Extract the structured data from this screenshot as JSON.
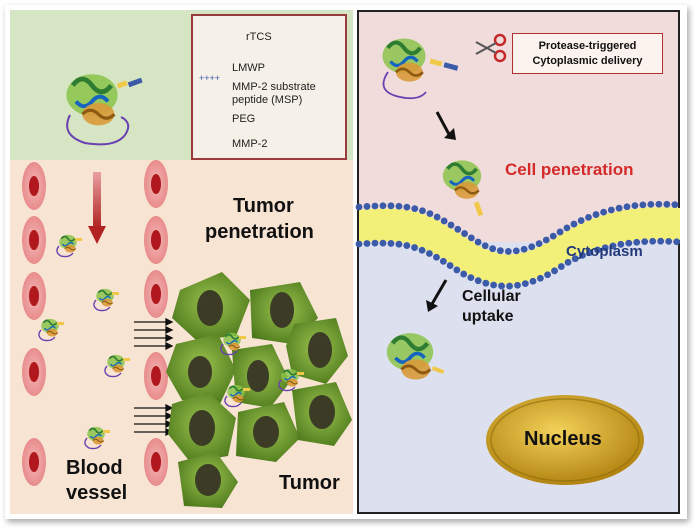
{
  "legend": {
    "rtcs": "rTCS",
    "lmwp": "LMWP",
    "lmwp_charge": "++++",
    "msp_line1": "MMP-2 substrate",
    "msp_line2": "peptide (MSP)",
    "peg": "PEG",
    "mmp2": "MMP-2"
  },
  "left": {
    "tumor_penetration_1": "Tumor",
    "tumor_penetration_2": "penetration",
    "blood_vessel_1": "Blood",
    "blood_vessel_2": "vessel",
    "tumor": "Tumor"
  },
  "right": {
    "note_line1": "Protease-triggered",
    "note_line2": "Cytoplasmic delivery",
    "cell_penetration": "Cell penetration",
    "cytoplasm": "Cytoplasm",
    "cellular_uptake_1": "Cellular",
    "cellular_uptake_2": "uptake",
    "nucleus": "Nucleus"
  },
  "colors": {
    "cell_penetration": "#d42a2a",
    "cytoplasm": "#233a7a",
    "nucleus_fill": "#d4a81e",
    "membrane_dots": "#3b5aa8",
    "membrane_core": "#f3f07a",
    "tumor_cell": "#6f9a2e"
  }
}
